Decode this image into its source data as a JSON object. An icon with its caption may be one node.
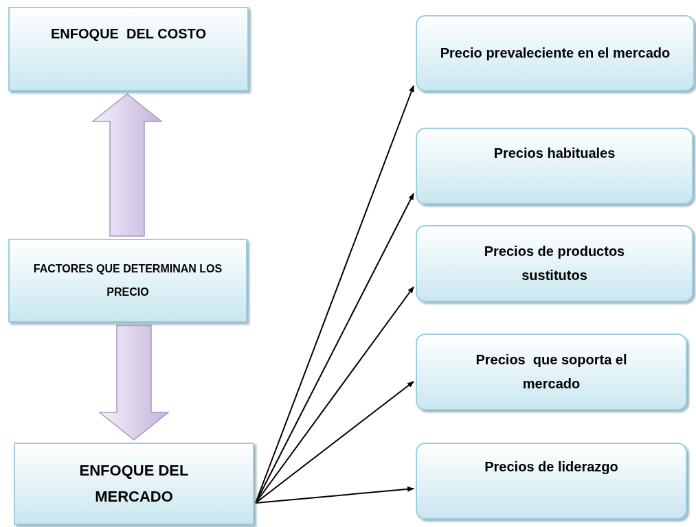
{
  "diagram": {
    "nodes": [
      {
        "text": [
          "ENFOQUE  DEL COSTO"
        ]
      },
      {
        "text": [
          "FACTORES QUE DETERMINAN LOS  PRECIO"
        ]
      },
      {
        "text": [
          "ENFOQUE DEL MERCADO"
        ]
      },
      {
        "text": [
          "Precio prevaleciente en el mercado"
        ]
      },
      {
        "text": [
          "Precios habituales"
        ]
      },
      {
        "text": [
          "Precios de productos sustitutos"
        ]
      },
      {
        "text": [
          "Precios  que soporta el mercado"
        ]
      },
      {
        "text": [
          "Precios de liderazgo"
        ]
      }
    ],
    "edges": [
      {
        "from": 1,
        "to": 0,
        "arrow": "to",
        "style": "thick"
      },
      {
        "from": 1,
        "to": 2,
        "arrow": "to",
        "style": "thick"
      },
      {
        "from": 2,
        "to": 3,
        "arrow": "to"
      },
      {
        "from": 2,
        "to": 4,
        "arrow": "to"
      },
      {
        "from": 2,
        "to": 5,
        "arrow": "to"
      },
      {
        "from": 2,
        "to": 6,
        "arrow": "to"
      },
      {
        "from": 2,
        "to": 7,
        "arrow": "to"
      }
    ]
  }
}
